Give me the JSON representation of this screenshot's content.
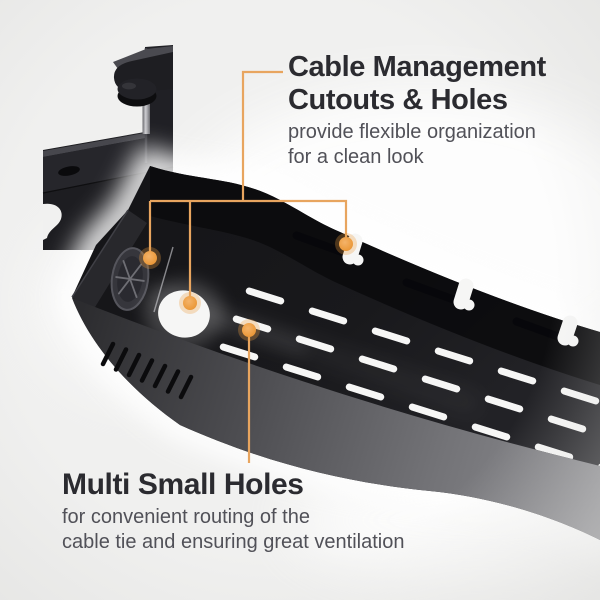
{
  "colors": {
    "background": "#f0f0ef",
    "heading": "#2b2b30",
    "body": "#515158",
    "accent_line": "#e8a55f",
    "accent_dot": "#ec9c3f"
  },
  "callout_top": {
    "title_line1": "Cable Management",
    "title_line2": "Cutouts & Holes",
    "desc_line1": "provide flexible organization",
    "desc_line2": "for a clean look"
  },
  "callout_bottom": {
    "title": "Multi Small Holes",
    "desc_line1": "for convenient routing of the",
    "desc_line2": "cable tie and ensuring great ventilation"
  }
}
